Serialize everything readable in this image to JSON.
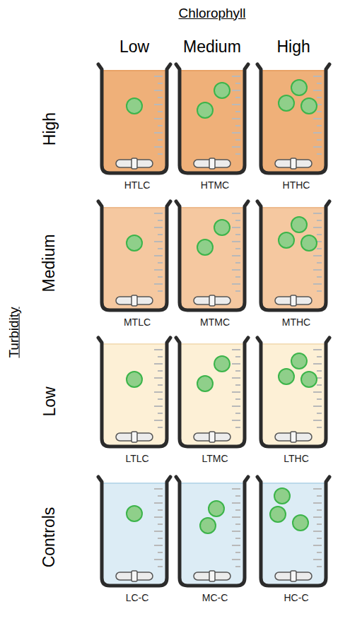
{
  "diagram": {
    "nodes": [
      {
        "text": [
          "HTLC"
        ]
      },
      {
        "text": [
          "HTMC"
        ]
      },
      {
        "text": [
          "HTHC"
        ]
      },
      {
        "text": [
          "MTLC"
        ]
      },
      {
        "text": [
          "MTMC"
        ]
      },
      {
        "text": [
          "MTHC"
        ]
      },
      {
        "text": [
          "LTLC"
        ]
      },
      {
        "text": [
          "LTMC"
        ]
      },
      {
        "text": [
          "LTHC"
        ]
      },
      {
        "text": [
          "LC-C"
        ]
      },
      {
        "text": [
          "MC-C"
        ]
      },
      {
        "text": [
          "HC-C"
        ]
      }
    ],
    "labels": [
      "Chlorophyll",
      "Low",
      "Medium",
      "High",
      "High",
      "Medium",
      "Low",
      "Controls",
      "Turbidity"
    ]
  }
}
